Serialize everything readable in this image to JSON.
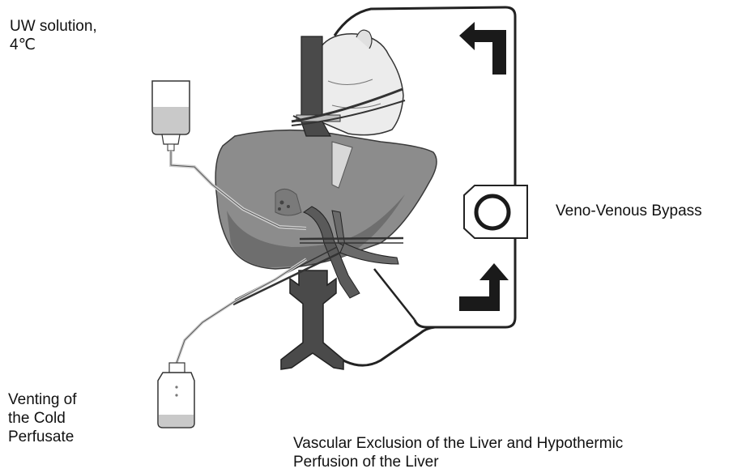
{
  "labels": {
    "uw_solution": "UW solution,\n4℃",
    "venting": "Venting of\nthe Cold\nPerfusate",
    "bypass": "Veno-Venous Bypass",
    "caption": "Vascular Exclusion of the Liver and Hypothermic\nPerfusion of the Liver"
  },
  "colors": {
    "line": "#222222",
    "liver": "#8c8c8c",
    "liver_shade": "#6e6e6e",
    "vessel": "#4a4a4a",
    "fluid": "#c9c9c9",
    "arrow": "#1a1a1a"
  },
  "icons": {
    "arrow_top": "arrow-up-left-icon",
    "arrow_bottom": "arrow-up-right-icon",
    "pump": "circular-pump-icon"
  }
}
